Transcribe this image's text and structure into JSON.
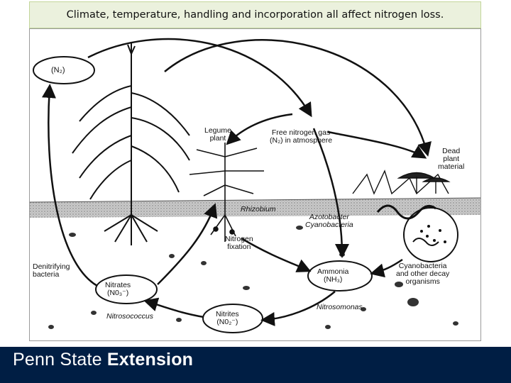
{
  "caption": "Climate, temperature, handling and incorporation all affect nitrogen loss.",
  "diagram": {
    "n2_bubble": "(N₂)",
    "legume_plant": [
      "Legume",
      "plant"
    ],
    "free_nitrogen": [
      "Free nitrogen gas",
      "(N₂) in atmosphere"
    ],
    "dead_plant": [
      "Dead",
      "plant",
      "material"
    ],
    "rhizobium": "Rhizobium",
    "azotobacter": [
      "Azotobacter",
      "Cyanobacteria"
    ],
    "nitrogen_fixation": [
      "Nitrogen",
      "fixation"
    ],
    "denitrifying": [
      "Denitrifying",
      "bacteria"
    ],
    "nitrates": [
      "Nitrates",
      "(N0₃⁻)"
    ],
    "ammonia": [
      "Ammonia",
      "(NH₃)"
    ],
    "cyanobacteria_decay": [
      "Cyanobacteria",
      "and other decay",
      "organisms"
    ],
    "nitrosococcus": "Nitrosococcus",
    "nitrosomonas": "Nitrosomonas",
    "nitrites": [
      "Nitrites",
      "(N0₂⁻)"
    ]
  },
  "footer": {
    "brand_regular": "Penn State ",
    "brand_bold": "Extension"
  },
  "colors": {
    "caption_bg": "#ebf1dd",
    "footer_bg": "#001e44"
  }
}
